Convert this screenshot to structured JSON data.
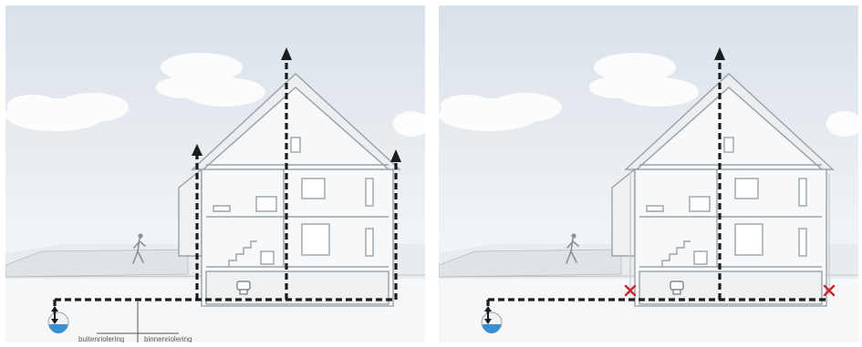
{
  "panels": [
    {
      "id": "left",
      "caption_left": "buitenriolering",
      "caption_right": "binnenriolering",
      "vent_pipes": 3,
      "cut_markers": 0
    },
    {
      "id": "right",
      "vent_pipes": 1,
      "cut_markers": 2
    }
  ],
  "colors": {
    "sky_top": "#dce3ea",
    "sky_bottom": "#f4f6f8",
    "house_line": "#9aa2aa",
    "pipe": "#1c1c1c",
    "cut_marker": "#c8282d",
    "water": "#3a8fd0"
  },
  "icons": [
    "sewer-outlet-icon",
    "toilet-icon",
    "cut-marker-icon",
    "up-down-arrow-icon",
    "walking-person-icon"
  ]
}
